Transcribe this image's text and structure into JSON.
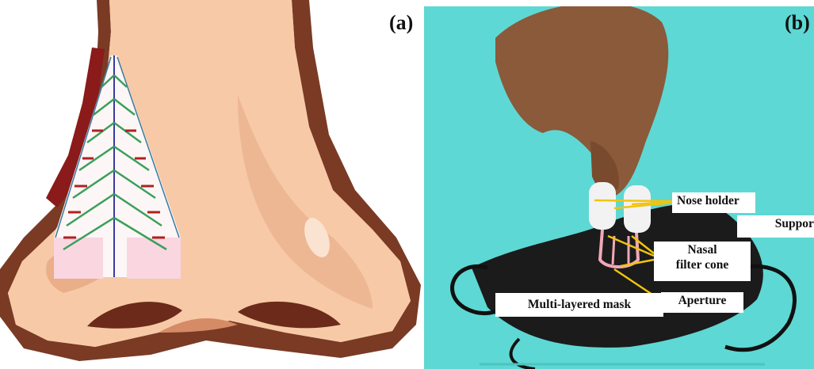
{
  "panel_a": {
    "letter": "(a)"
  },
  "panel_b": {
    "letter": "(b)",
    "labels": {
      "nose_holder": "Nose holder",
      "support": "Support",
      "nasal_filter_cone": "Nasal\nfilter cone",
      "aperture": "Aperture",
      "multi_layered_mask": "Multi-layered mask"
    }
  },
  "colors": {
    "skin": "#f7c9a6",
    "skin_shadow": "#d99a73",
    "outline": "#7a3a24",
    "nostril": "#6b2a1a",
    "background_b": "#5ed8d4",
    "mask": "#1b1b1b",
    "pointer": "#f1c40f"
  }
}
